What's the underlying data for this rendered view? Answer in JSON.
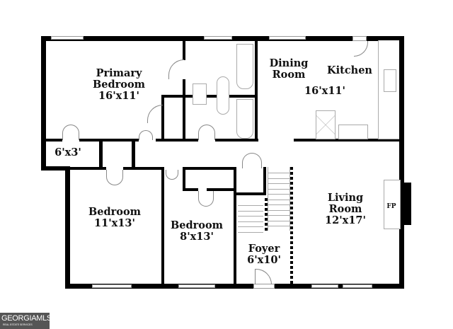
{
  "rooms": {
    "primary_bedroom": {
      "name": "Primary\nBedroom",
      "line1": "Primary",
      "line2": "Bedroom",
      "size": "16'x11'"
    },
    "dining_room": {
      "line1": "Dining",
      "line2": "Room"
    },
    "kitchen": {
      "name": "Kitchen",
      "size": "16'x11'"
    },
    "closet": {
      "size": "6'x3'"
    },
    "bedroom_1": {
      "name": "Bedroom",
      "size": "11'x13'"
    },
    "bedroom_2": {
      "name": "Bedroom",
      "size": "8'x13'"
    },
    "foyer": {
      "name": "Foyer",
      "size": "6'x10'"
    },
    "living_room": {
      "line1": "Living",
      "line2": "Room",
      "size": "12'x17'"
    },
    "fireplace": {
      "label": "FP"
    }
  },
  "logo": {
    "name": "GEORGIAMLS",
    "tagline": "REAL ESTATE SERVICES"
  },
  "colors": {
    "wall": "#000000",
    "background": "#ffffff"
  }
}
